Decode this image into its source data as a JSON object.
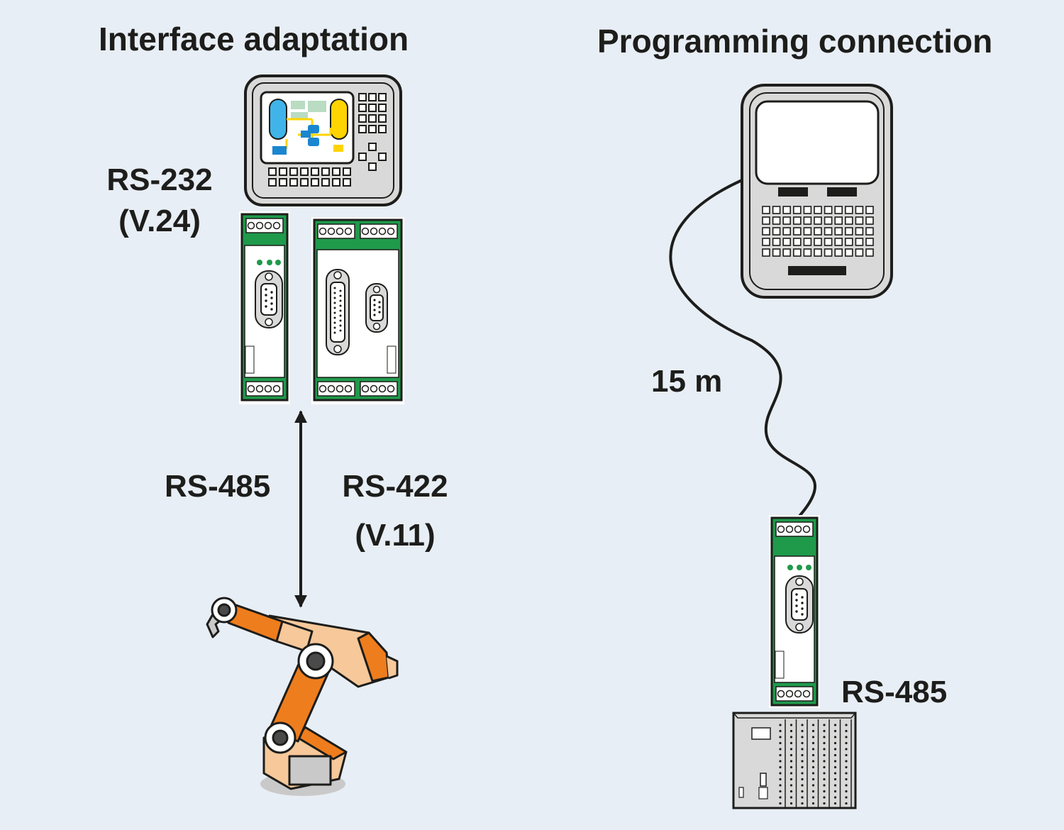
{
  "left_section": {
    "title": "Interface adaptation",
    "rs232_label": "RS-232",
    "rs232_sub": "(V.24)",
    "rs485_label": "RS-485",
    "rs422_label": "RS-422",
    "rs422_sub": "(V.11)"
  },
  "right_section": {
    "title": "Programming connection",
    "distance_label": "15 m",
    "rs485_label": "RS-485"
  },
  "colors": {
    "background": "#e8eef5",
    "module_green": "#1f9a4b",
    "robot_orange": "#ee7d1d",
    "robot_light": "#f6c89a",
    "device_gray": "#d9d9d9",
    "outline": "#1d1d1b"
  }
}
